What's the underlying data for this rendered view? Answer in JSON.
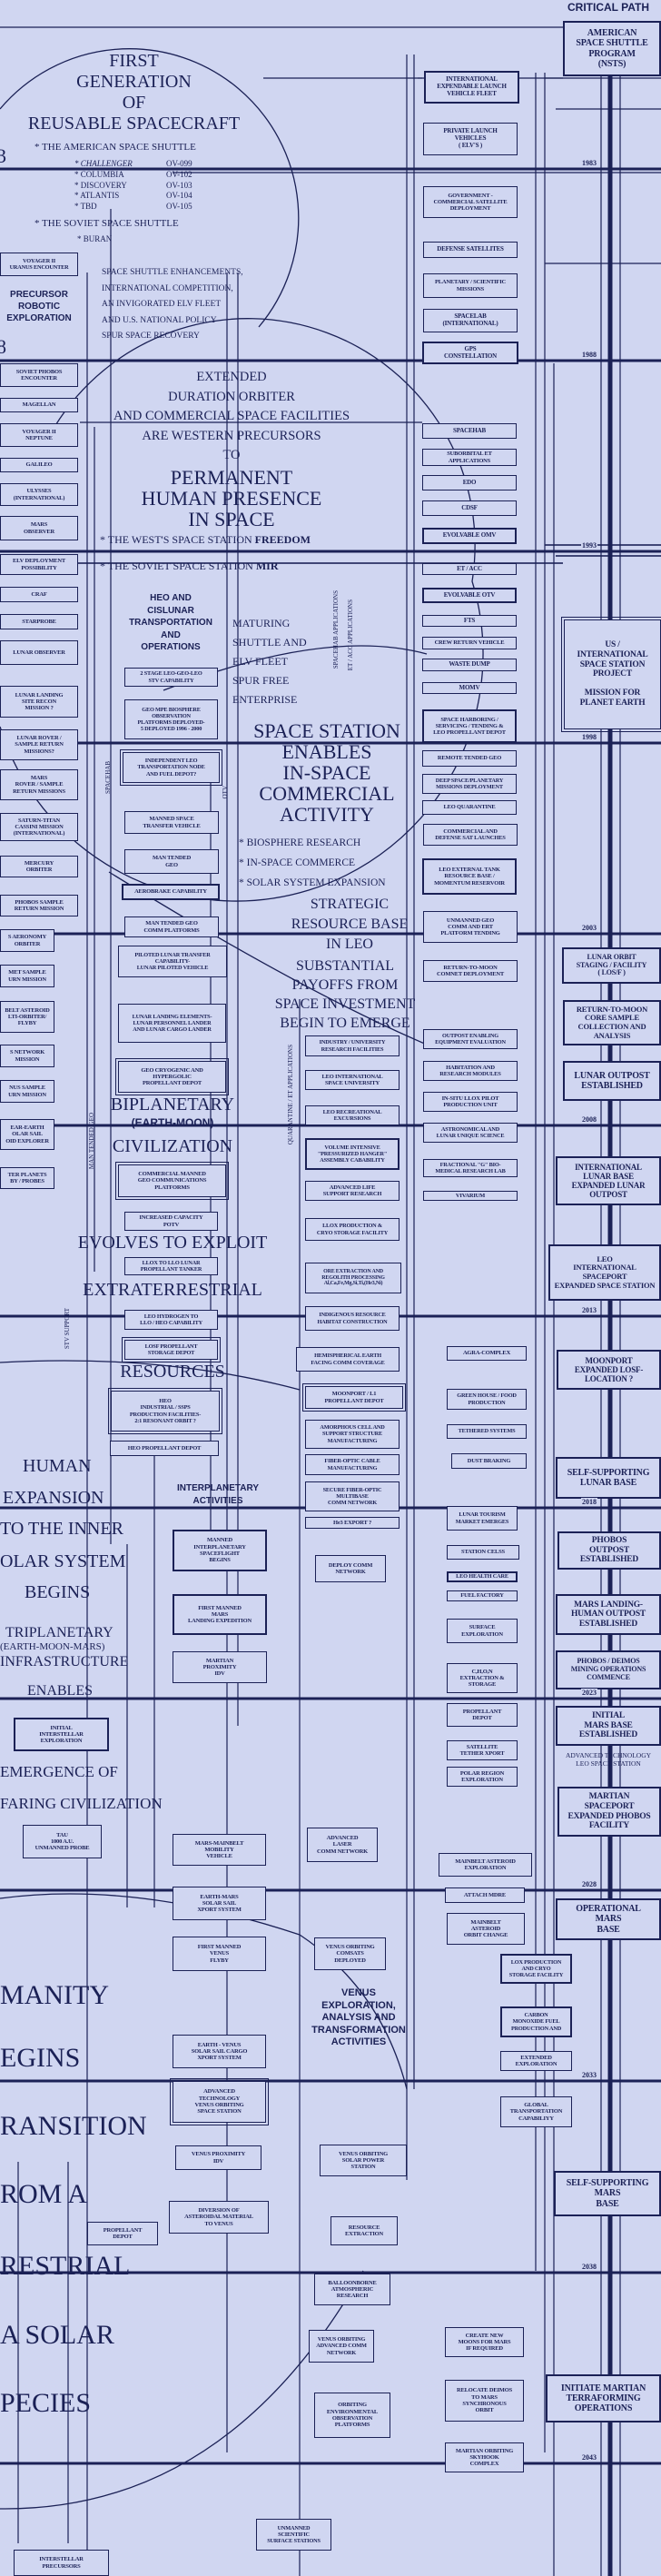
{
  "header": {
    "critical_path": "CRITICAL PATH"
  },
  "years": [
    "1983",
    "1988",
    "1993",
    "1998",
    "2003",
    "2008",
    "2013",
    "2018",
    "2023",
    "2028",
    "2033",
    "2038",
    "2043"
  ],
  "stray_digits": {
    "a": "3",
    "b": "8"
  },
  "first_gen": {
    "title": "FIRST\nGENERATION\nOF\nREUSABLE SPACECRAFT",
    "american": "* THE AMERICAN SPACE SHUTTLE",
    "orbiters": [
      {
        "name": "* CHALLENGER",
        "code": "OV-099"
      },
      {
        "name": "* COLUMBIA",
        "code": "OV-102"
      },
      {
        "name": "* DISCOVERY",
        "code": "OV-103"
      },
      {
        "name": "* ATLANTIS",
        "code": "OV-104"
      },
      {
        "name": "* TBD",
        "code": "OV-105"
      }
    ],
    "soviet": "* THE SOVIET SPACE SHUTTLE",
    "buran": "* BURAN"
  },
  "overlays": {
    "enhancements": "SPACE SHUTTLE ENHANCEMENTS,\nINTERNATIONAL COMPETITION,\nAN INVIGORATED ELV FLEET\nAND U.S. NATIONAL POLICY\nSPUR SPACE RECOVERY",
    "precursor": "PRECURSOR\nROBOTIC\nEXPLORATION",
    "extended": "EXTENDED\nDURATION ORBITER\nAND COMMERCIAL SPACE FACILITIES\nARE WESTERN PRECURSORS\nTO",
    "permanent": "PERMANENT\nHUMAN PRESENCE\nIN SPACE",
    "west_prefix": "* THE WEST'S SPACE STATION ",
    "west_name": "FREEDOM",
    "soviet_prefix": "* THE SOVIET SPACE STATION ",
    "soviet_name": "MIR",
    "heo": "HEO AND\nCISLUNAR\nTRANSPORTATION\nAND\nOPERATIONS",
    "maturing": "MATURING\nSHUTTLE AND\nELV FLEET\nSPUR FREE\nENTERPRISE",
    "space_station": "SPACE STATION\nENABLES\nIN-SPACE\nCOMMERCIAL\nACTIVITY",
    "ss_bullets": "*  BIOSPHERE RESEARCH\n*  IN-SPACE COMMERCE\n*  SOLAR SYSTEM EXPANSION",
    "strategic": "STRATEGIC\nRESOURCE BASE\nIN LEO",
    "substantial": "SUBSTANTIAL\nPAYOFFS FROM\nSPACE INVESTMENT\nBEGIN TO EMERGE",
    "biplanetary": "BIPLANETARY",
    "earth_moon": "(EARTH-MOON)",
    "civilization": "CIVILIZATION",
    "evolves": "EVOLVES TO EXPLOIT",
    "extraterrestrial": "EXTRATERRESTRIAL",
    "resources": "RESOURCES",
    "human": "HUMAN",
    "expansion": "EXPANSION",
    "to_inner": "TO THE INNER",
    "solar_system": "OLAR SYSTEM",
    "begins": "BEGINS",
    "interplanetary": "INTERPLANETARY\nACTIVITIES",
    "triplanetary": "TRIPLANETARY",
    "emm": "(EARTH-MOON-MARS)",
    "infrastructure": "INFRASTRUCTURE",
    "enables": "ENABLES",
    "emergence": "EMERGENCE OF",
    "faring": "FARING CIVILIZATION",
    "manity": "MANITY",
    "egins": "EGINS",
    "ransition": "RANSITION",
    "rom_a": "ROM A",
    "restrial": "RESTRIAL",
    "a_solar": "A  SOLAR",
    "pecies": "PECIES",
    "venus": "VENUS\nEXPLORATION,\nANALYSIS AND\nTRANSFORMATION\nACTIVITIES",
    "adv_leo": "ADVANCED TECHNOLOGY\nLEO SPACE STATION"
  },
  "vertical_labels": {
    "spacehab_apps": "SPACEHAB APPLICATIONS",
    "etacc_apps": "ET / ACC APPLICATIONS",
    "spacehab": "SPACEHAB",
    "otv": "OTV",
    "man_tended_geo": "MAN TENDED GEO",
    "stv_support": "STV SUPPORT",
    "quarantine": "QUARANTINE / ET APPLICATIONS"
  },
  "boxes": {
    "cp_shuttle": "AMERICAN\nSPACE SHUTTLE\nPROGRAM\n(NSTS)",
    "cp_iss": "US /\nINTERNATIONAL\nSPACE STATION\nPROJECT\n\nMISSION FOR\nPLANET EARTH",
    "cp_losf": "LUNAR ORBIT\nSTAGING / FACILITY\n( LOS/F )",
    "cp_rtm": "RETURN-TO-MOON\nCORE SAMPLE\nCOLLECTION AND\nANALYSIS",
    "cp_outpost": "LUNAR OUTPOST\nESTABLISHED",
    "cp_ilb": "INTERNATIONAL\nLUNAR BASE\nEXPANDED LUNAR\nOUTPOST",
    "cp_leoport": "LEO\nINTERNATIONAL\nSPACEPORT\nEXPANDED SPACE STATION",
    "cp_moonport": "MOONPORT\nEXPANDED LOSF-\nLOCATION ?",
    "cp_sslb": "SELF-SUPPORTING\nLUNAR BASE",
    "cp_phobos": "PHOBOS\nOUTPOST\nESTABLISHED",
    "cp_marslanding": "MARS LANDING-\nHUMAN OUTPOST\nESTABLISHED",
    "cp_mining": "PHOBOS / DEIMOS\nMINING OPERATIONS\nCOMMENCE",
    "cp_initialmars": "INITIAL\nMARS BASE\nESTABLISHED",
    "cp_martianport": "MARTIAN\nSPACEPORT\nEXPANDED PHOBOS\nFACILITY",
    "cp_opmars": "OPERATIONAL\nMARS\nBASE",
    "cp_ssmars": "SELF-SUPPORTING\nMARS\nBASE",
    "cp_terraform": "INITIATE MARTIAN\nTERRAFORMING\nOPERATIONS",
    "elv_fleet": "INTERNATIONAL\nEXPENDABLE LAUNCH\nVEHICLE FLEET",
    "private_lv": "PRIVATE LAUNCH\nVEHICLES\n( ELV'S )",
    "gov_sat": "GOVERNMENT -\nCOMMERCIAL SATELLITE\nDEPLOYMENT",
    "defense_sat": "DEFENSE SATELLITES",
    "planetary_sci": "PLANETARY / SCIENTIFIC\nMISSIONS",
    "spacelab": "SPACELAB\n(INTERNATIONAL)",
    "gps": "GPS\nCONSTELLATION",
    "spacehab": "SPACEHAB",
    "suborbital": "SUBORBITAL ET\nAPPLICATIONS",
    "edo": "EDO",
    "cdsf": "CDSF",
    "omv": "EVOLVABLE OMV",
    "etacc": "ET / ACC",
    "otv": "EVOLVABLE OTV",
    "fts": "FTS",
    "crv": "CREW RETURN VEHICLE",
    "waste": "WASTE DUMP",
    "momv": "MOMV",
    "harboring": "SPACE HARBORING /\nSERVICING / TENDING &\nLEO PROPELLANT DEPOT",
    "remote_geo": "REMOTE TENDED GEO",
    "deep_space": "DEEP SPACE/PLANETARY\nMISSIONS DEPLOYMENT",
    "quarantine": "LEO QUARANTINE",
    "comm_def": "COMMERCIAL AND\nDEFENSE SAT LAUNCHES",
    "ext_tank": "LEO EXTERNAL TANK\nRESOURCE BASE /\nMOMENTUM RESERVOIR",
    "unmanned_geo": "UNMANNED GEO\nCOMM AND ERT\nPLATFORM TENDING",
    "comnet": "RETURN-TO-MOON\nCOMNET DEPLOYMENT",
    "outpost_eq": "OUTPOST ENABLING\nEQUIPMENT EVALUATION",
    "habitation": "HABITATION AND\nRESEARCH MODULES",
    "insitu": "IN-SITU LLOX PILOT\nPRODUCTION UNIT",
    "astro": "ASTRONOMICAL AND\nLUNAR UNIQUE SCIENCE",
    "fractional": "FRACTIONAL \"G\" BIO-\nMEDICAL RESEARCH LAB",
    "vivarium": "VIVARIUM",
    "agra": "AGRA-COMPLEX",
    "greenhouse": "GREEN HOUSE / FOOD\nPRODUCTION",
    "tethered": "TETHERED SYSTEMS",
    "dust": "DUST BRAKING",
    "tourism": "LUNAR TOURISM\nMARKET EMERGES",
    "celss": "STATION CELSS",
    "health": "LEO HEALTH CARE",
    "fuel": "FUEL FACTORY",
    "surface_expl": "SURFACE\nEXPLORATION",
    "chon": "C,H,O,N\nEXTRACTION &\nSTORAGE",
    "prop_depot_mars": "PROPELLANT\nDEPOT",
    "sat_tether": "SATELLITE\nTETHER XPORT",
    "polar": "POLAR REGION\nEXPLORATION",
    "mainbelt_expl": "MAINBELT ASTEROID\nEXPLORATION",
    "mdre": "ATTACH MDRE",
    "mainbelt_orbit": "MAINBELT\nASTEROID\nORBIT CHANGE",
    "lox": "LOX PRODUCTION\nAND CRYO\nSTORAGE FACILITY",
    "carbon": "CARBON\nMONOXIDE FUEL\nPRODUCTION AND",
    "ext_expl": "EXTENDED\nEXPLORATION",
    "global": "GLOBAL\nTRANSPORTATION\nCAPABILIYY",
    "laser": "ADVANCED\nLASER\nCOMM NETWORK",
    "venus_comsats": "VENUS ORBITING\nCOMSATS\nDEPLOYED",
    "venus_solar": "VENUS ORBITING\nSOLAR POWER\nSTATION",
    "resource_ext": "RESOURCE\nEXTRACTION",
    "balloon": "BALLOONBORNE\nATMOSPHERIC\nRESEARCH",
    "venus_adv_comm": "VENUS ORBITING\nADVANCED COMM\nNETWORK",
    "orbit_env": "ORBITING\nENVIRONMENTAL\nOBSERVATION\nPLATFORMS",
    "new_moons": "CREATE NEW\nMOONS FOR MARS\nIF REQUIRED",
    "deimos": "RELOCATE DEIMOS\nTO MARS\nSYNCHRONOUS\nORBIT",
    "skyhook": "MARTIAN ORBITING\nSKYHOOK\nCOMPLEX",
    "diversion": "DIVERSION OF\nASTEROIDAL MATERIAL\nTO VENUS",
    "prop_depot_venus": "PROPELLANT\nDEPOT",
    "surface_stations": "UNMANNED\nSCIENTIFIC\nSURFACE STATIONS",
    "interstellar_prec": "INTERSTELLAR\nPRECURSORS",
    "voyager_uranus": "VOYAGER II\nURANUS ENCOUNTER",
    "soviet_phobos": "SOVIET PHOBOS\nENCOUNTER",
    "magellan": "MAGELLAN",
    "voyager_neptune": "VOYAGER II\nNEPTUNE",
    "galileo": "GALILEO",
    "ulysses": "ULYSSES\n(INTERNATIONAL)",
    "mars_observer": "MARS\nOBSERVER",
    "elv_deploy": "ELV DEPLOYMENT\nPOSSIBILITY",
    "craf": "CRAF",
    "starprobe": "STARPROBE",
    "lunar_observer": "LUNAR OBSERVER",
    "lunar_recon": "LUNAR LANDING\nSITE RECON\nMISSION ?",
    "lunar_rover": "LUNAR ROVER /\nSAMPLE RETURN\nMISSIONS?",
    "mars_rover": "MARS\nROVER / SAMPLE\nRETURN MISSIONS",
    "cassini": "SATURN-TITAN\nCASSINI MISSION\n(INTERNATIONAL)",
    "mercury": "MERCURY\nORBITER",
    "phobos_sample": "PHOBOS SAMPLE\nRETURN MISSION",
    "aeronomy": "S AERONOMY\nORBITER",
    "comet": "MET SAMPLE\nURN MISSION",
    "mainbelt_multi": "BELT ASTEROID\nLTI-ORBITER/\nFLYBY",
    "mars_network": "S NETWORK\nMISSION",
    "venus_sample": "NUS SAMPLE\nURN MISSION",
    "solar_sail": "EAR-EARTH\nOLAR SAIL\nOID EXPLORER",
    "outer_planets": "TER PLANETS\nBY / PROBES",
    "two_stage": "2 STAGE LEO-GEO-LEO\nSTV CAPABILITY",
    "geo_mpe": "GEO MPE BIOSPHERE\nOBSERVATION\nPLATFORMS DEPLOYED-\n5 DEPLOYED 1996 - 2000",
    "leo_node": "INDEPENDENT LEO\nTRANSPORTATION NODE\nAND FUEL DEPOT?",
    "manned_stv": "MANNED SPACE\nTRANSFER VEHICLE",
    "mt_geo": "MAN TENDED\nGEO",
    "aerobrake": "AEROBRAKE CAPABILITY",
    "mt_geo_comm": "MAN TENDED GEO\nCOMM PLATFORMS",
    "piloted_lunar": "PILOTED LUNAR TRANSFER\nCAPABILITY-\nLUNAR PILOTED VEHICLE",
    "lunar_landing": "LUNAR LANDING ELEMENTS-\nLUNAR PERSONNEL LANDER\nAND LUNAR CARGO LANDER",
    "geo_cryo": "GEO CRYOGENIC AND\nHYPERGOLIC\nPROPELLANT DEPOT",
    "comm_geo": "COMMERCIAL MANNED\nGEO COMMUNICATIONS\nPLATFORMS",
    "potv": "INCREASED CAPACITY\nPOTV",
    "llox_tanker": "LLOX TO LLO LUNAR\nPROPELLANT TANKER",
    "leo_hydrogen": "LEO HYDROGEN TO\nLLO / HEO CAPABILITY",
    "losf_prop": "LOSF PROPELLANT\nSTORAGE DEPOT",
    "heo_ind": "HEO\nINDUSTRIAL / SSPS\nPRODUCTION FACILITIES-\n2:1 RESONANT ORBIT ?",
    "heo_depot": "HEO PROPELLANT DEPOT",
    "manned_ip": "MANNED\nINTERPLANETARY\nSPACEFLIGHT\nBEGINS",
    "first_mars": "FIRST MANNED\nMARS\nLANDING EXPEDITION",
    "martian_idv": "MARTIAN\nPROXIMITY\nIDV",
    "initial_interstellar": "INITIAL\nINTERSTELLAR\nEXPLORATION",
    "tau": "TAU\n1000 A.U.\nUNMANNED PROBE",
    "mainbelt_vehicle": "MARS-MAINBELT\nMOBILITY\nVEHICLE",
    "em_sail": "EARTH-MARS\nSOLAR SAIL\nXPORT SYSTEM",
    "venus_flyby": "FIRST MANNED\nVENUS\nFLYBY",
    "ev_sail": "EARTH - VENUS\nSOLAR SAIL CARGO\nXPORT SYSTEM",
    "venus_station": "ADVANCED\nTECHNOLOGY\nVENUS ORBITING\nSPACE STATION",
    "venus_idv": "VENUS PROXIMITY\nIDV",
    "industry_univ": "INDUSTRY / UNIVERSITY\nRESEARCH FACILITIES",
    "space_univ": "LEO INTERNATIONAL\nSPACE UNIVERSITY",
    "recreational": "LEO RECREATIONAL\nEXCURSIONS",
    "hanger": "VOLUME INTENSIVE\n\"PRESSURIZED HANGER\"\nASSEMBLY CABABILITY",
    "life_support": "ADVANCED LIFE\nSUPPORT RESEARCH",
    "llox_prod": "LLOX PRODUCTION &\nCRYO STORAGE FACILITY",
    "ore": "ORE EXTRACTION AND\nREGOLITH PROCESSING\nAl,Ca,Fe,Mg,Si,Ti,(He3,Ni)",
    "indigenous": "INDIGENOUS RESOURCE\nHABITAT CONSTRUCTION",
    "hemispherical": "HEMISPHERICAL EARTH\nFACING COMM COVERAGE",
    "moonport_l1": "MOONPORT / L1\nPROPELLANT DEPOT",
    "amorphous": "AMORPHOUS CELL AND\nSUPPORT STRUCTURE\nMANUFACTURING",
    "fiber_cable": "FIBER-OPTIC CABLE\nMANUFACTURING",
    "fiber_net": "SECURE FIBER-OPTIC\nMULTIBASE\nCOMM NETWORK",
    "he3": "He3 EXPORT ?",
    "deploy_comm": "DEPLOY COMM\nNETWORK"
  }
}
